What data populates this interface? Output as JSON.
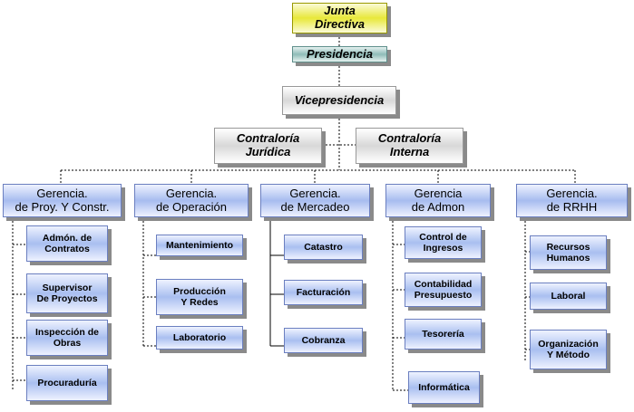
{
  "top": {
    "junta": [
      "Junta",
      "Directiva"
    ],
    "presidencia": "Presidencia",
    "vicepresidencia": "Vicepresidencia",
    "contraloria_juridica": [
      "Contraloría",
      "Jurídica"
    ],
    "contraloria_interna": [
      "Contraloría",
      "Interna"
    ]
  },
  "gerencias": [
    {
      "title": [
        "Gerencia.",
        "de Proy. Y Constr."
      ],
      "items": [
        [
          "Admón. de",
          "Contratos"
        ],
        [
          "Supervisor",
          "De Proyectos"
        ],
        [
          "Inspección de",
          "Obras"
        ],
        [
          "Procuraduría"
        ]
      ]
    },
    {
      "title": [
        "Gerencia.",
        "de Operación"
      ],
      "items": [
        [
          "Mantenimiento"
        ],
        [
          "Producción",
          "Y Redes"
        ],
        [
          "Laboratorio"
        ]
      ]
    },
    {
      "title": [
        "Gerencia.",
        "de Mercadeo"
      ],
      "items": [
        [
          "Catastro"
        ],
        [
          "Facturación"
        ],
        [
          "Cobranza"
        ]
      ]
    },
    {
      "title": [
        "Gerencia",
        "de Admon"
      ],
      "items": [
        [
          "Control de",
          "Ingresos"
        ],
        [
          "Contabilidad",
          "Presupuesto"
        ],
        [
          "Tesorería"
        ],
        [
          "Informática"
        ]
      ]
    },
    {
      "title": [
        "Gerencia.",
        "de RRHH"
      ],
      "items": [
        [
          "Recursos",
          "Humanos"
        ],
        [
          "Laboral"
        ],
        [
          "Organización",
          "Y Método"
        ]
      ]
    }
  ],
  "colors": {
    "junta": "#e8e83a",
    "presidencia": "#8fbcb8",
    "vice": "#d8d8d8",
    "gerencia": "#a7bcef"
  }
}
